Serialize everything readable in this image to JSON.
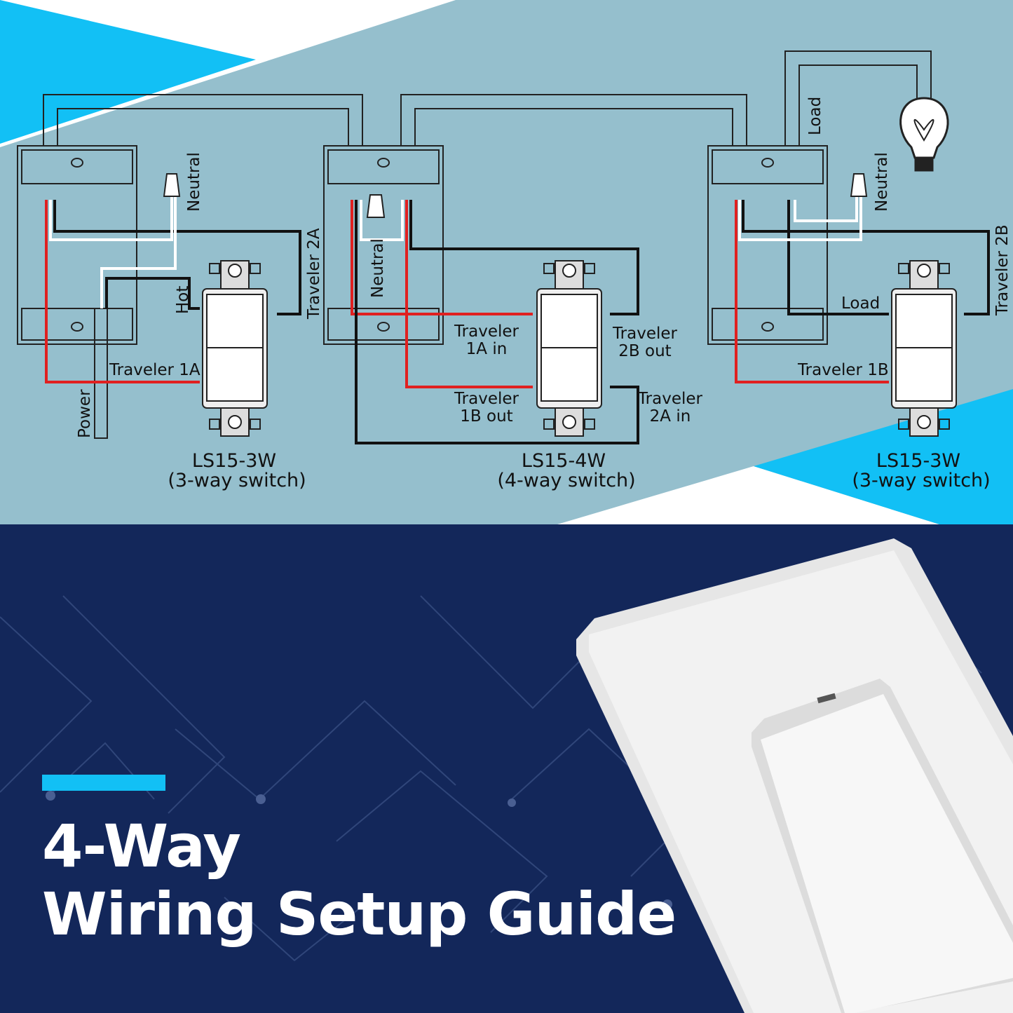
{
  "labels": {
    "neutral_left": "Neutral",
    "hot": "Hot",
    "traveler_2a": "Traveler 2A",
    "traveler_1a": "Traveler 1A",
    "power": "Power",
    "neutral_mid": "Neutral",
    "traveler_1a_in_1": "Traveler",
    "traveler_1a_in_2": "1A in",
    "traveler_1b_out_1": "Traveler",
    "traveler_1b_out_2": "1B out",
    "traveler_2b_out_1": "Traveler",
    "traveler_2b_out_2": "2B out",
    "traveler_2a_in_1": "Traveler",
    "traveler_2a_in_2": "2A in",
    "load_top": "Load",
    "neutral_right": "Neutral",
    "load_right": "Load",
    "traveler_1b": "Traveler 1B",
    "traveler_2b": "Traveler 2B"
  },
  "switches": [
    {
      "model": "LS15-3W",
      "type": "(3-way switch)"
    },
    {
      "model": "LS15-4W",
      "type": "(4-way switch)"
    },
    {
      "model": "LS15-3W",
      "type": "(3-way switch)"
    }
  ],
  "title": {
    "line1": "4-Way",
    "line2": "Wiring Setup Guide"
  },
  "colors": {
    "diagram_bg": "#95bfcd",
    "accent": "#12c0f5",
    "navy": "#13275a",
    "hot_wire": "#e02020"
  }
}
